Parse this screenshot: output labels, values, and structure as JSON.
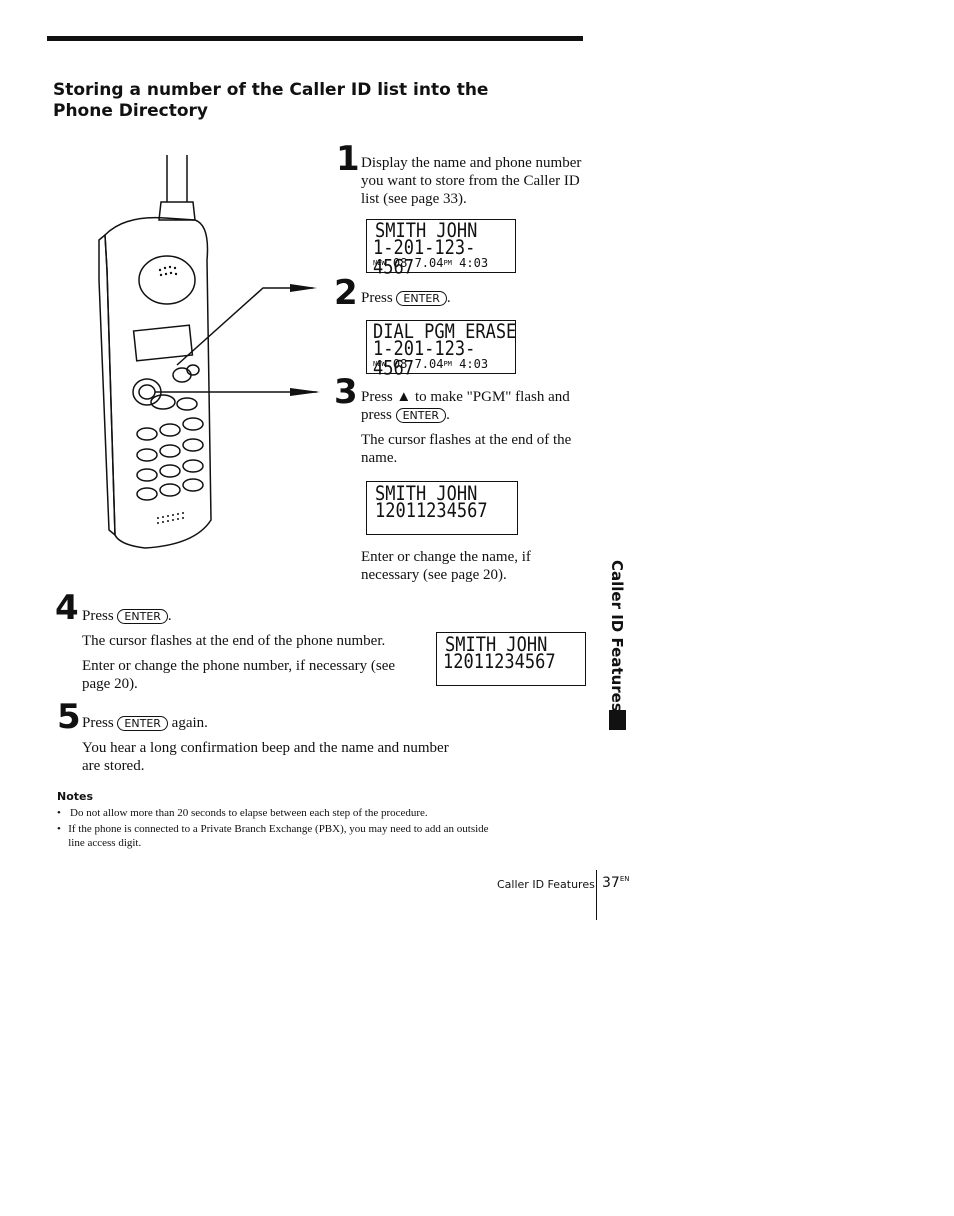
{
  "section": {
    "title": "Storing a number of the Caller ID list into the Phone Directory"
  },
  "steps": [
    {
      "num": "1",
      "text": "Display the name and phone number you want to store from the Caller ID list (see page 33)."
    },
    {
      "num": "2",
      "text_before": "Press",
      "key": "ENTER",
      "text_after": "."
    },
    {
      "num": "3",
      "text_before": "Press ▲ to make \"PGM\" flash and press",
      "key": "ENTER",
      "text_after": ".",
      "text2": "The cursor flashes at the end of the name.",
      "text3": "Enter or change the name, if necessary (see page 20)."
    },
    {
      "num": "4",
      "text_before": "Press",
      "key": "ENTER",
      "text_after": ".",
      "text2": "The cursor flashes at the end of the phone number.",
      "text3": "Enter or change the phone number, if necessary (see page 20)."
    },
    {
      "num": "5",
      "text_before": "Press",
      "key": "ENTER",
      "text_after": " again.",
      "text2": "You hear a long confirmation beep and the name and number are stored."
    }
  ],
  "displays": {
    "d1": {
      "line1": "SMITH JOHN",
      "line2": "1-201-123-4567",
      "new": "NEW",
      "date": "08  7.04",
      "pm": "PM",
      "time": "4:03"
    },
    "d2": {
      "line1": "DIAL PGM ERASE",
      "line2": "1-201-123-4567",
      "new": "NEW",
      "date": "08  7.04",
      "pm": "PM",
      "time": "4:03"
    },
    "d3": {
      "line1": "SMITH JOHN",
      "line2": "12011234567"
    },
    "d4": {
      "line1": "SMITH JOHN",
      "line2": "12011234567"
    }
  },
  "notes": {
    "title": "Notes",
    "items": [
      "Do not allow more than 20 seconds to elapse between each step of the procedure.",
      "If the phone is connected to a Private Branch Exchange (PBX), you may need to add an outside line access digit."
    ]
  },
  "side_tab": {
    "label": "Caller ID Features"
  },
  "footer": {
    "section": "Caller ID Features",
    "page": "37",
    "page_sup": "EN"
  }
}
